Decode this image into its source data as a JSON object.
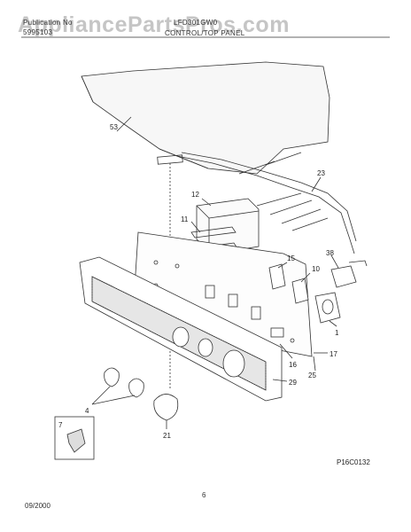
{
  "watermark": "AppliancePartsPros.com",
  "header": {
    "publication_label": "Publication No",
    "publication_number": "5995103",
    "model": "LFD301GW0",
    "section_title": "CONTROL/TOP PANEL"
  },
  "diagram": {
    "figure_code": "P16C0132",
    "part_labels": [
      "53",
      "23",
      "12",
      "11",
      "38",
      "15",
      "10",
      "1",
      "17",
      "16",
      "25",
      "29",
      "4",
      "21",
      "7"
    ]
  },
  "footer": {
    "date": "09/2000",
    "page_number": "6"
  },
  "colors": {
    "line": "#333333",
    "watermark": "#9a9a9a"
  }
}
